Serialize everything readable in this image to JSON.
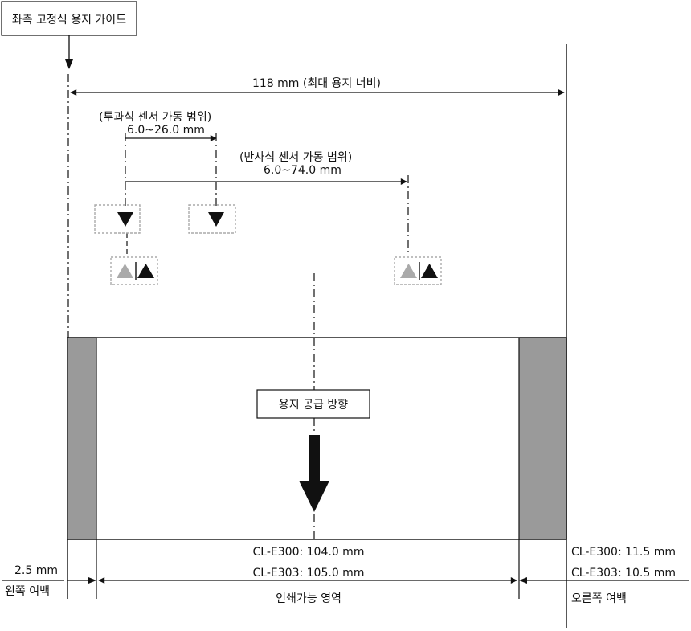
{
  "labels": {
    "left_guide": "좌측 고정식 용지 가이드",
    "max_width": "118 mm (최대 용지 너비)",
    "transmissive_title": "(투과식 센서 가동 범위)",
    "transmissive_range": "6.0~26.0 mm",
    "reflective_title": "(반사식 센서 가동 범위)",
    "reflective_range": "6.0~74.0 mm",
    "feed_direction": "용지 공급 방향",
    "cl_e300_print": "CL-E300: 104.0 mm",
    "cl_e303_print": "CL-E303: 105.0 mm",
    "print_area": "인쇄가능 영역",
    "left_margin_value": "2.5 mm",
    "left_margin_label": "왼쪽 여백",
    "cl_e300_right": "CL-E300: 11.5 mm",
    "cl_e303_right": "CL-E303: 10.5 mm",
    "right_margin_label": "오른쪽 여백"
  },
  "colors": {
    "line": "#111111",
    "margin_fill": "#9a9a9a",
    "sensor_box": "#aaaaaa",
    "sensor_gray": "#aaaaaa",
    "sensor_black": "#111111"
  }
}
